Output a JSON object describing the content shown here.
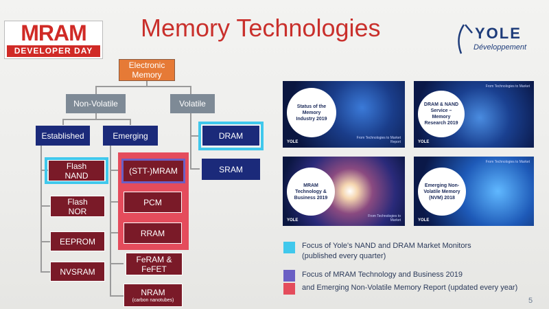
{
  "header": {
    "title": "Memory Technologies",
    "logo_mram_top": "MRAM",
    "logo_mram_bottom": "DEVELOPER DAY",
    "logo_yole_word": "YOLE",
    "logo_yole_sub": "Développement"
  },
  "tree": {
    "root": "Electronic Memory",
    "non_volatile": "Non-Volatile",
    "volatile": "Volatile",
    "established": "Established",
    "emerging": "Emerging",
    "established_items": [
      {
        "line1": "Flash",
        "line2": "NAND"
      },
      {
        "line1": "Flash",
        "line2": "NOR"
      },
      {
        "line1": "EEPROM",
        "line2": ""
      },
      {
        "line1": "NVSRAM",
        "line2": ""
      }
    ],
    "emerging_items": [
      {
        "line1": "(STT-)MRAM",
        "line2": ""
      },
      {
        "line1": "PCM",
        "line2": ""
      },
      {
        "line1": "RRAM",
        "line2": ""
      },
      {
        "line1": "FeRAM &",
        "line2": "FeFET"
      },
      {
        "line1": "NRAM",
        "line2": "(carbon nanotubes)"
      }
    ],
    "volatile_items": [
      "DRAM",
      "SRAM"
    ]
  },
  "reports": [
    {
      "title": "Status of the Memory Industry 2019",
      "tag": "From Technologies to Market Report",
      "logo": "YOLE"
    },
    {
      "title": "DRAM & NAND Service – Memory Research 2019",
      "tag": "From Technologies to Market",
      "logo": "YOLE"
    },
    {
      "title": "MRAM Technology & Business 2019",
      "tag": "From Technologies to Market",
      "logo": "YOLE"
    },
    {
      "title": "Emerging Non-Volatile Memory (NVM) 2018",
      "tag": "From Technologies to Market",
      "logo": "YOLE"
    }
  ],
  "legend": {
    "cyan_line1": "Focus of Yole's NAND and DRAM Market Monitors",
    "cyan_line2": "(published every quarter)",
    "purple_line": "Focus of MRAM Technology and Business 2019",
    "red_line": "and Emerging Non-Volatile Memory Report (updated every year)"
  },
  "colors": {
    "title": "#c9302c",
    "cyan": "#40c8ec",
    "purple": "#6a5fc4",
    "red": "#e44c5c",
    "navy": "#1b2a7a",
    "maroon": "#7a1a28",
    "orange": "#e67a36"
  },
  "page_number": "5"
}
